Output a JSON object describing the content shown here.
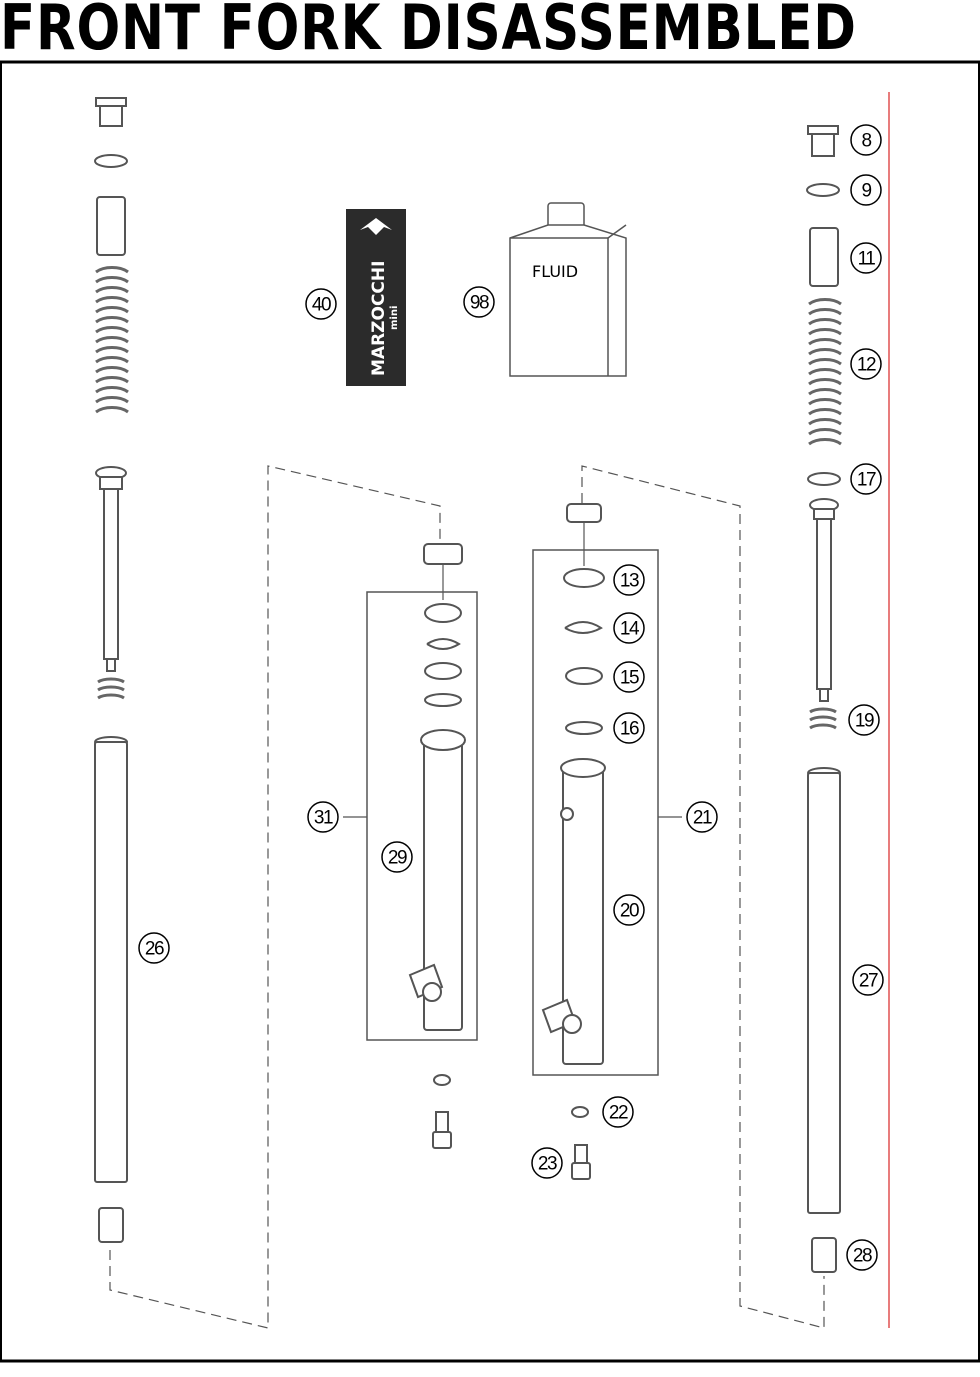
{
  "title": "FRONT FORK DISASSEMBLED",
  "labels": {
    "fluid": "FLUID",
    "brand": "MARZOCCHI",
    "brand_sub": "mini"
  },
  "callouts": {
    "c8": "8",
    "c9": "9",
    "c11": "11",
    "c12": "12",
    "c13": "13",
    "c14": "14",
    "c15": "15",
    "c16": "16",
    "c17": "17",
    "c19": "19",
    "c20": "20",
    "c21": "21",
    "c22": "22",
    "c23": "23",
    "c26": "26",
    "c27": "27",
    "c28": "28",
    "c29": "29",
    "c31": "31",
    "c40": "40",
    "c98": "98"
  },
  "colors": {
    "ink": "#000000",
    "part_stroke": "#555555",
    "decal_bg": "#2b2b2b",
    "margin_line": "#e05050"
  }
}
